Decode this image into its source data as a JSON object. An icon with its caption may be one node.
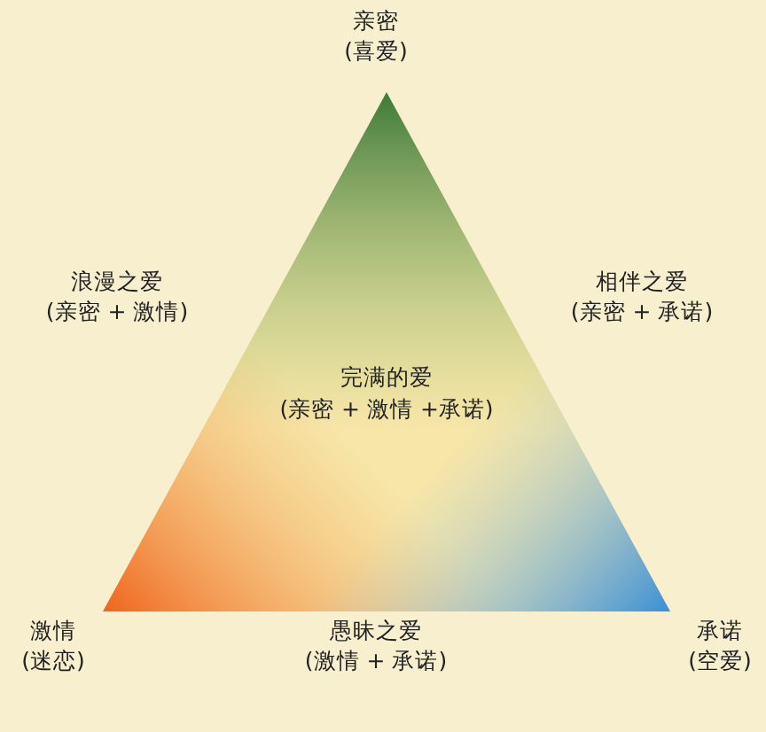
{
  "diagram": {
    "nodes": [
      {
        "text": [
          "完满的爱",
          "(亲密 + 激情 +承诺)"
        ]
      }
    ],
    "labels": [
      "亲密",
      "(喜爱)",
      "浪漫之爱",
      "相伴之爱",
      "(亲密 + 激情)",
      "(亲密 + 承诺)",
      "激情",
      "愚昧之爱",
      "承诺",
      "(迷恋)",
      "(激情 + 承诺)",
      "(空爱)"
    ]
  }
}
